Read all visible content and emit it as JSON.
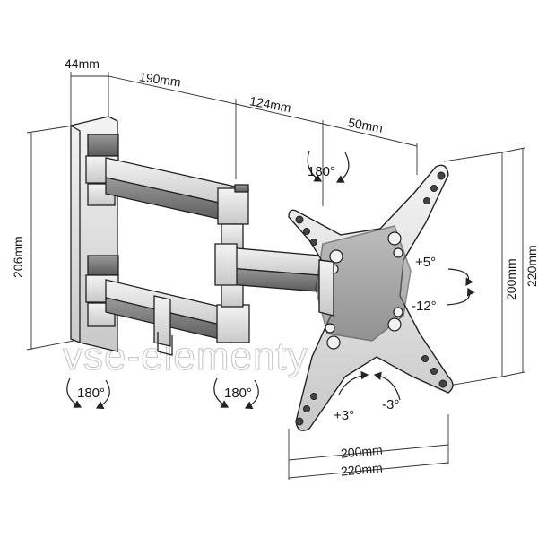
{
  "dimensions": {
    "wall_depth": "44mm",
    "arm_first": "190mm",
    "arm_second": "124mm",
    "plate_offset": "50mm",
    "height": "206mm",
    "vesa_v_inner": "200mm",
    "vesa_v_outer": "220mm",
    "vesa_h_inner": "200mm",
    "vesa_h_outer": "220mm"
  },
  "rotations": {
    "top": "180°",
    "bottom_left": "180°",
    "bottom_middle": "180°"
  },
  "tilt": {
    "up": "+5°",
    "down": "-12°",
    "swivel_right": "+3°",
    "swivel_left": "-3°"
  },
  "watermark": "vse-elementy.ru"
}
